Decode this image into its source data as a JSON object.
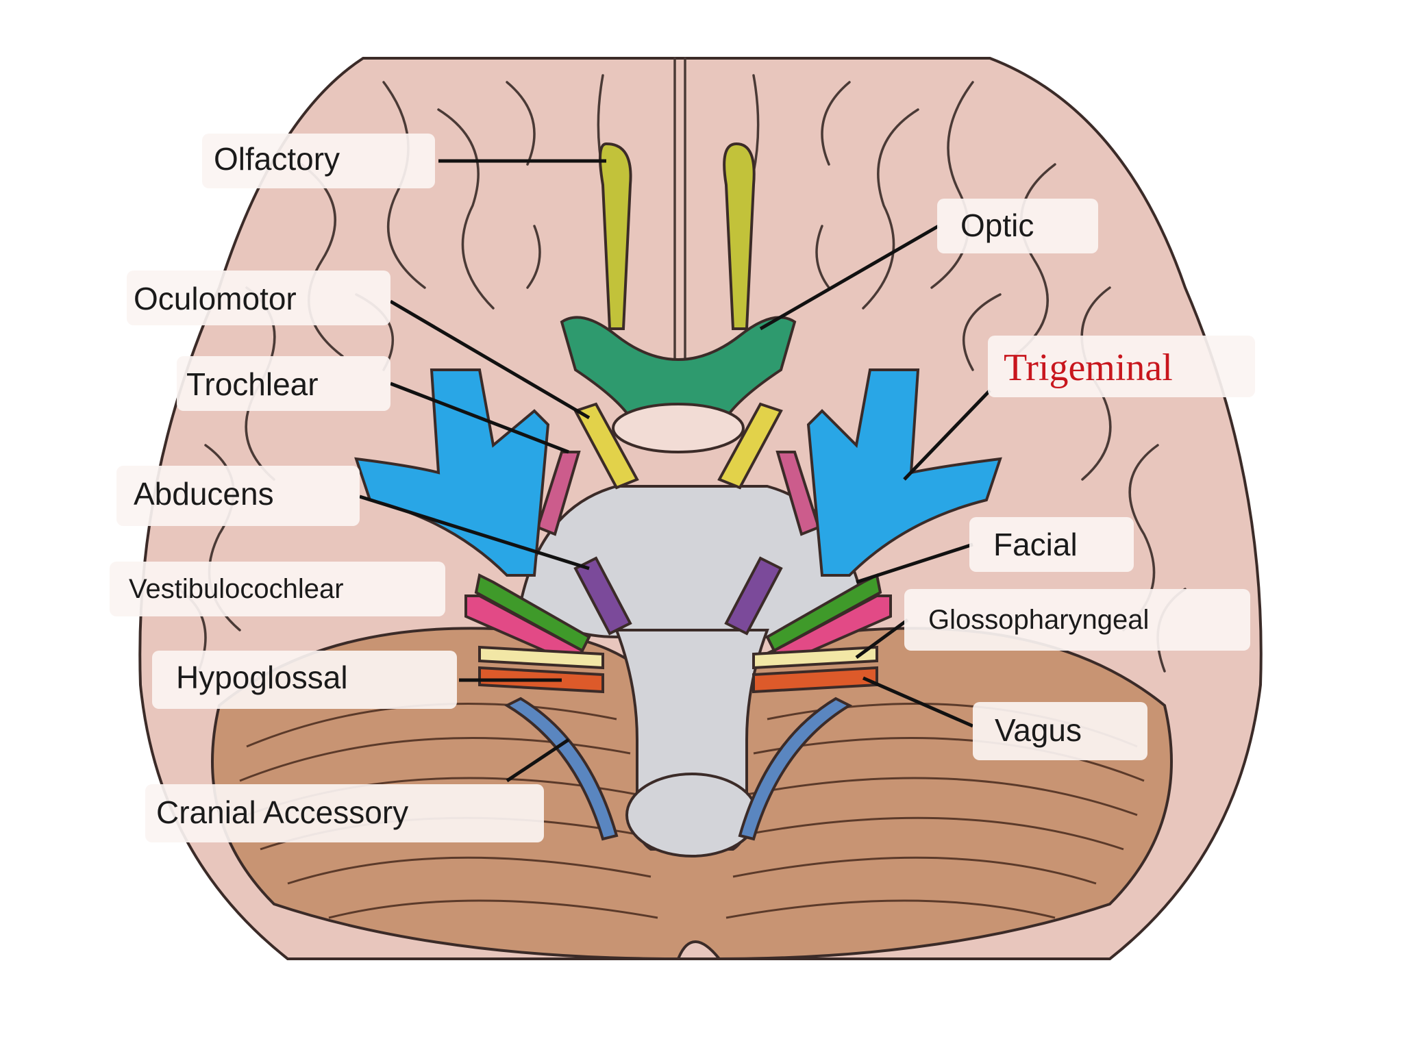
{
  "colors": {
    "cerebrum": "#e8c6bd",
    "cerebellum": "#c89473",
    "brainstem": "#d3d4d9",
    "olfactory": "#c2c23a",
    "optic": "#2e9a6e",
    "oculomotor": "#e2d24a",
    "trochlear": "#cc5c8c",
    "trigeminal": "#29a6e6",
    "abducens": "#7b4a9a",
    "facial": "#3f9a2a",
    "vestibulocochlear": "#e24a86",
    "glossopharyngeal": "#f2e7a6",
    "vagus": "#dd5a2a",
    "accessory": "#5a86c0",
    "trigeminal_label": "#c8161d"
  },
  "labels": {
    "olfactory": "Olfactory",
    "optic": "Optic",
    "oculomotor": "Oculomotor",
    "trochlear": "Trochlear",
    "trigeminal": "Trigeminal",
    "abducens": "Abducens",
    "facial": "Facial",
    "vestibulocochlear": "Vestibulocochlear",
    "glossopharyngeal": "Glossopharyngeal",
    "hypoglossal": "Hypoglossal",
    "vagus": "Vagus",
    "cranial_accessory": "Cranial Accessory"
  }
}
